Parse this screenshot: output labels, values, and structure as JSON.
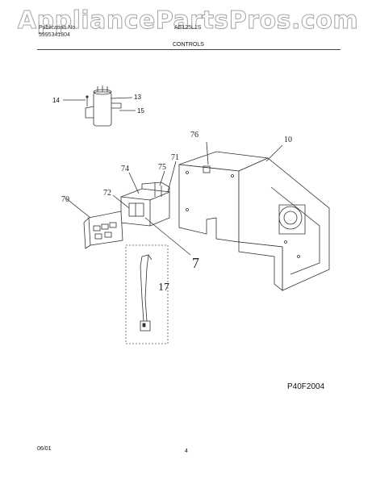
{
  "watermark": "AppliancePartsPros.com",
  "header": {
    "pub_label": "Publication No",
    "pub_number": "5995341804",
    "model": "AE125L1S",
    "section": "CONTROLS"
  },
  "callouts": {
    "c14": "14",
    "c13": "13",
    "c15": "15",
    "c76": "76",
    "c10": "10",
    "c71": "71",
    "c74": "74",
    "c75": "75",
    "c72": "72",
    "c70": "70",
    "c7": "7",
    "c17": "17"
  },
  "diagram_code": "P40F2004",
  "footer": {
    "date": "06/01",
    "page": "4"
  }
}
